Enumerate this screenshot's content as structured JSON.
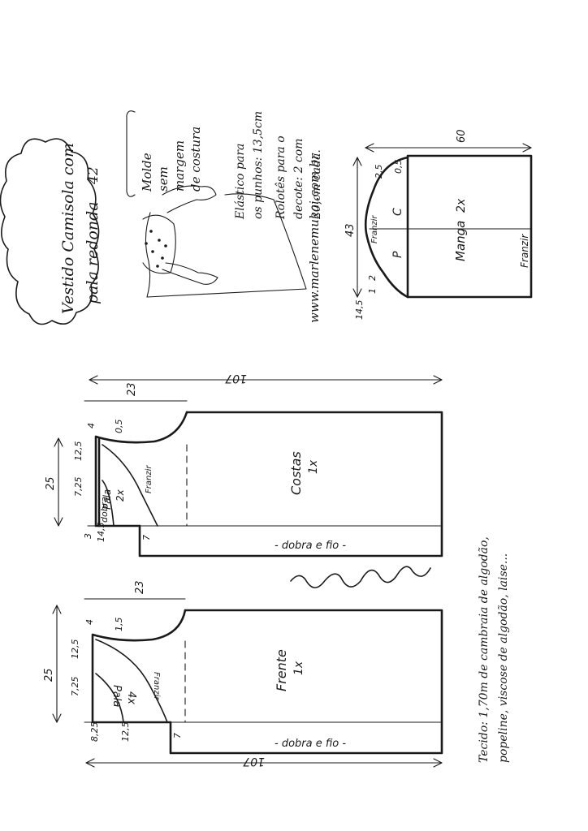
{
  "title": {
    "line1": "Vestido Camisola com",
    "line2": "pala redonda",
    "size": "42"
  },
  "notes": {
    "mold": [
      "Molde",
      "sem",
      "margem",
      "de costura"
    ],
    "elastic": [
      "Elástico para",
      "os punhos: 13,5cm"
    ],
    "rolos": [
      "Rolotês para o",
      "decote: 2 com",
      "20,cm cada."
    ]
  },
  "website": "www.marlenemukai.com.br",
  "sleeve": {
    "name": "Manga",
    "qty": "2x",
    "width": "60",
    "height": "43",
    "top": "2,5",
    "top_right": "0,5",
    "left": "2",
    "bottom_a": "14,5",
    "bottom_b": "1",
    "p_label": "P",
    "c_label": "C",
    "gather_left": "Franzir",
    "gather_right": "Franzir"
  },
  "back": {
    "name": "Costas",
    "qty": "1x",
    "length": "107",
    "shoulder": "23",
    "width": "25",
    "neck_depth": "4",
    "neck_a": "0,5",
    "yoke_a": "12,5",
    "yoke_b": "7,25",
    "yoke_c": "3",
    "yoke_d": "14,5",
    "hem_step": "7",
    "yoke_name": "Pala",
    "yoke_qty": "2x",
    "yoke_fold": "dobra",
    "gather": "Franzir",
    "fold_line": "- dobra e fio -"
  },
  "front": {
    "name": "Frente",
    "qty": "1x",
    "length": "107",
    "shoulder": "23",
    "width": "25",
    "neck_depth": "4",
    "neck_a": "1,5",
    "yoke_a": "12,5",
    "yoke_b": "7,25",
    "yoke_c": "8,25",
    "yoke_d": "12,5",
    "hem_step": "7",
    "yoke_name": "Pala",
    "yoke_qty": "4x",
    "gather": "Franzir",
    "fold_line": "- dobra e fio -"
  },
  "fabric": {
    "line1": "Tecido: 1,70m de cambraia de algodão,",
    "line2": "popeline, viscose de algodão, laise..."
  }
}
